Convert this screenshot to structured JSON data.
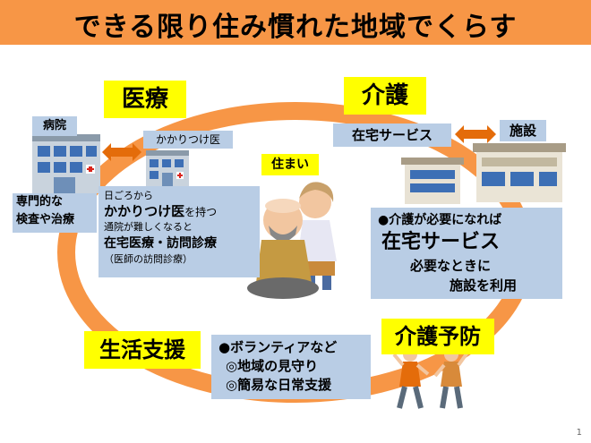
{
  "title": "できる限り住み慣れた地域でくらす",
  "home": {
    "label": "住まい"
  },
  "medical": {
    "heading": "医療",
    "hospital_label": "病院",
    "hospital_desc_line1": "専門的な",
    "hospital_desc_line2": "検査や治療",
    "gp_label": "かかりつけ医",
    "box_line1": "日ごろから",
    "box_line2_bold": "かかりつけ医",
    "box_line2_rest": "を持つ",
    "box_line3": "通院が難しくなると",
    "box_line4": "在宅医療・訪問診療",
    "box_line5": "（医師の訪問診療）"
  },
  "care": {
    "heading": "介護",
    "home_service_label": "在宅サービス",
    "facility_label": "施設",
    "box_line1": "●介護が必要になれば",
    "box_line2": "在宅サービス",
    "box_line3": "必要なときに",
    "box_line4": "施設を利用"
  },
  "life_support": {
    "heading": "生活支援",
    "box_line1": "●ボランティアなど",
    "box_line2": "◎地域の見守り",
    "box_line3": "◎簡易な日常支援"
  },
  "prevention": {
    "heading": "介護予防"
  },
  "page_number": "1",
  "colors": {
    "orange": "#f79646",
    "ring": "#f79646",
    "yellow": "#ffff00",
    "blue_box": "#b9cde5",
    "arrow": "#e46c0a"
  }
}
